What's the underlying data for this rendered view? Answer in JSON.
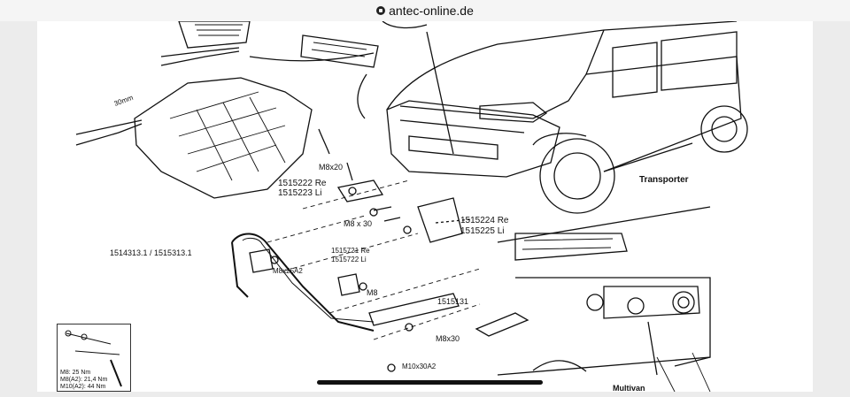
{
  "browser": {
    "domain": "antec-online.de"
  },
  "diagram": {
    "labels": {
      "m8x20": "M8x20",
      "part_1515222": "1515222 Re",
      "part_1515223": "1515223 Li",
      "m8x30_a": "M8 x 30",
      "part_1515224": "1515224 Re",
      "part_1515225": "1515225 Li",
      "transporter": "Transporter",
      "part_1514313": "1514313.1 / 1515313.1",
      "part_1515721": "1515721 Re",
      "part_1515722": "1515722 Li",
      "m8x25": "M8x25A2",
      "m8": "M8",
      "part_1515131": "1515131",
      "m8x30_b": "M8x30",
      "m10x30": "M10x30A2",
      "dim_30mm": "30mm",
      "multivan": "Multivan"
    },
    "torque": {
      "m8": "M8: 25 Nm",
      "m8a2": "M8(A2): 21,4 Nm",
      "m10a2": "M10(A2): 44 Nm"
    }
  }
}
